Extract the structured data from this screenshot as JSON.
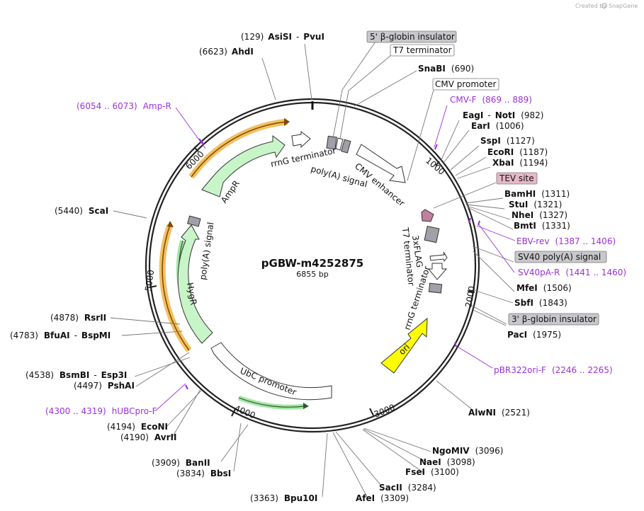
{
  "header": {
    "credit": "Created by",
    "brand": "SnapGene"
  },
  "plasmid": {
    "name": "pGBW-m4252875",
    "size": "6855 bp"
  },
  "ticks": [
    "1000",
    "2000",
    "3000",
    "4000",
    "5000",
    "6000"
  ],
  "enzymes": [
    {
      "name": "AsiSI",
      "pos": "(129)"
    },
    {
      "name": "PvuI",
      "pos": ""
    },
    {
      "name": "AhdI",
      "pos": "(6623)"
    },
    {
      "name": "SnaBI",
      "pos": "(690)"
    },
    {
      "name": "EagI",
      "pos": ""
    },
    {
      "name": "NotI",
      "pos": "(982)"
    },
    {
      "name": "EarI",
      "pos": "(1006)"
    },
    {
      "name": "SspI",
      "pos": "(1127)"
    },
    {
      "name": "EcoRI",
      "pos": "(1187)"
    },
    {
      "name": "XbaI",
      "pos": "(1194)"
    },
    {
      "name": "BamHI",
      "pos": "(1311)"
    },
    {
      "name": "StuI",
      "pos": "(1321)"
    },
    {
      "name": "NheI",
      "pos": "(1327)"
    },
    {
      "name": "BmtI",
      "pos": "(1331)"
    },
    {
      "name": "MfeI",
      "pos": "(1506)"
    },
    {
      "name": "SbfI",
      "pos": "(1843)"
    },
    {
      "name": "PacI",
      "pos": "(1975)"
    },
    {
      "name": "AlwNI",
      "pos": "(2521)"
    },
    {
      "name": "NgoMIV",
      "pos": "(3096)"
    },
    {
      "name": "NaeI",
      "pos": "(3098)"
    },
    {
      "name": "FseI",
      "pos": "(3100)"
    },
    {
      "name": "SacII",
      "pos": "(3284)"
    },
    {
      "name": "AfeI",
      "pos": "(3309)"
    },
    {
      "name": "Bpu10I",
      "pos": "(3363)"
    },
    {
      "name": "BanII",
      "pos": "(3909)"
    },
    {
      "name": "BbsI",
      "pos": "(3834)"
    },
    {
      "name": "EcoNI",
      "pos": "(4194)"
    },
    {
      "name": "AvrII",
      "pos": "(4190)"
    },
    {
      "name": "BsmBI",
      "pos": "(4538)"
    },
    {
      "name": "Esp3I",
      "pos": ""
    },
    {
      "name": "PshAI",
      "pos": "(4497)"
    },
    {
      "name": "BfuAI",
      "pos": "(4783)"
    },
    {
      "name": "BspMI",
      "pos": ""
    },
    {
      "name": "RsrII",
      "pos": "(4878)"
    },
    {
      "name": "ScaI",
      "pos": "(5440)"
    }
  ],
  "primers": [
    {
      "name": "Amp-R",
      "range": "(6054 .. 6073)"
    },
    {
      "name": "CMV-F",
      "range": "(869 .. 889)"
    },
    {
      "name": "EBV-rev",
      "range": "(1387 .. 1406)"
    },
    {
      "name": "SV40pA-R",
      "range": "(1441 .. 1460)"
    },
    {
      "name": "pBR322ori-F",
      "range": "(2246 .. 2265)"
    },
    {
      "name": "hUBCpro-F",
      "range": "(4300 .. 4319)"
    }
  ],
  "boxed_features": [
    {
      "label": "5' β-globin insulator",
      "fill": "#c8c8cc"
    },
    {
      "label": "T7 terminator",
      "fill": "#ffffff"
    },
    {
      "label": "CMV promoter",
      "fill": "#ffffff"
    },
    {
      "label": "TEV site",
      "fill": "#e6b8c8"
    },
    {
      "label": "SV40 poly(A) signal",
      "fill": "#c8c8cc"
    },
    {
      "label": "3' β-globin insulator",
      "fill": "#c8c8cc"
    }
  ],
  "features": [
    {
      "label": "rrnG terminator"
    },
    {
      "label": "poly(A) signal"
    },
    {
      "label": "CMV enhancer"
    },
    {
      "label": "AmpR"
    },
    {
      "label": "HygR"
    },
    {
      "label": "poly(A) signal"
    },
    {
      "label": "UbC promoter"
    },
    {
      "label": "ori"
    },
    {
      "label": "3xFLAG"
    },
    {
      "label": "T7 terminator"
    },
    {
      "label": "rrnG terminator"
    }
  ],
  "colors": {
    "primer": "#9b30d9",
    "ampr": "#c8f5c8",
    "ori": "#ffff00",
    "orange": "#f2b445",
    "insulator": "#a0a0a8",
    "tev": "#c080a0"
  }
}
